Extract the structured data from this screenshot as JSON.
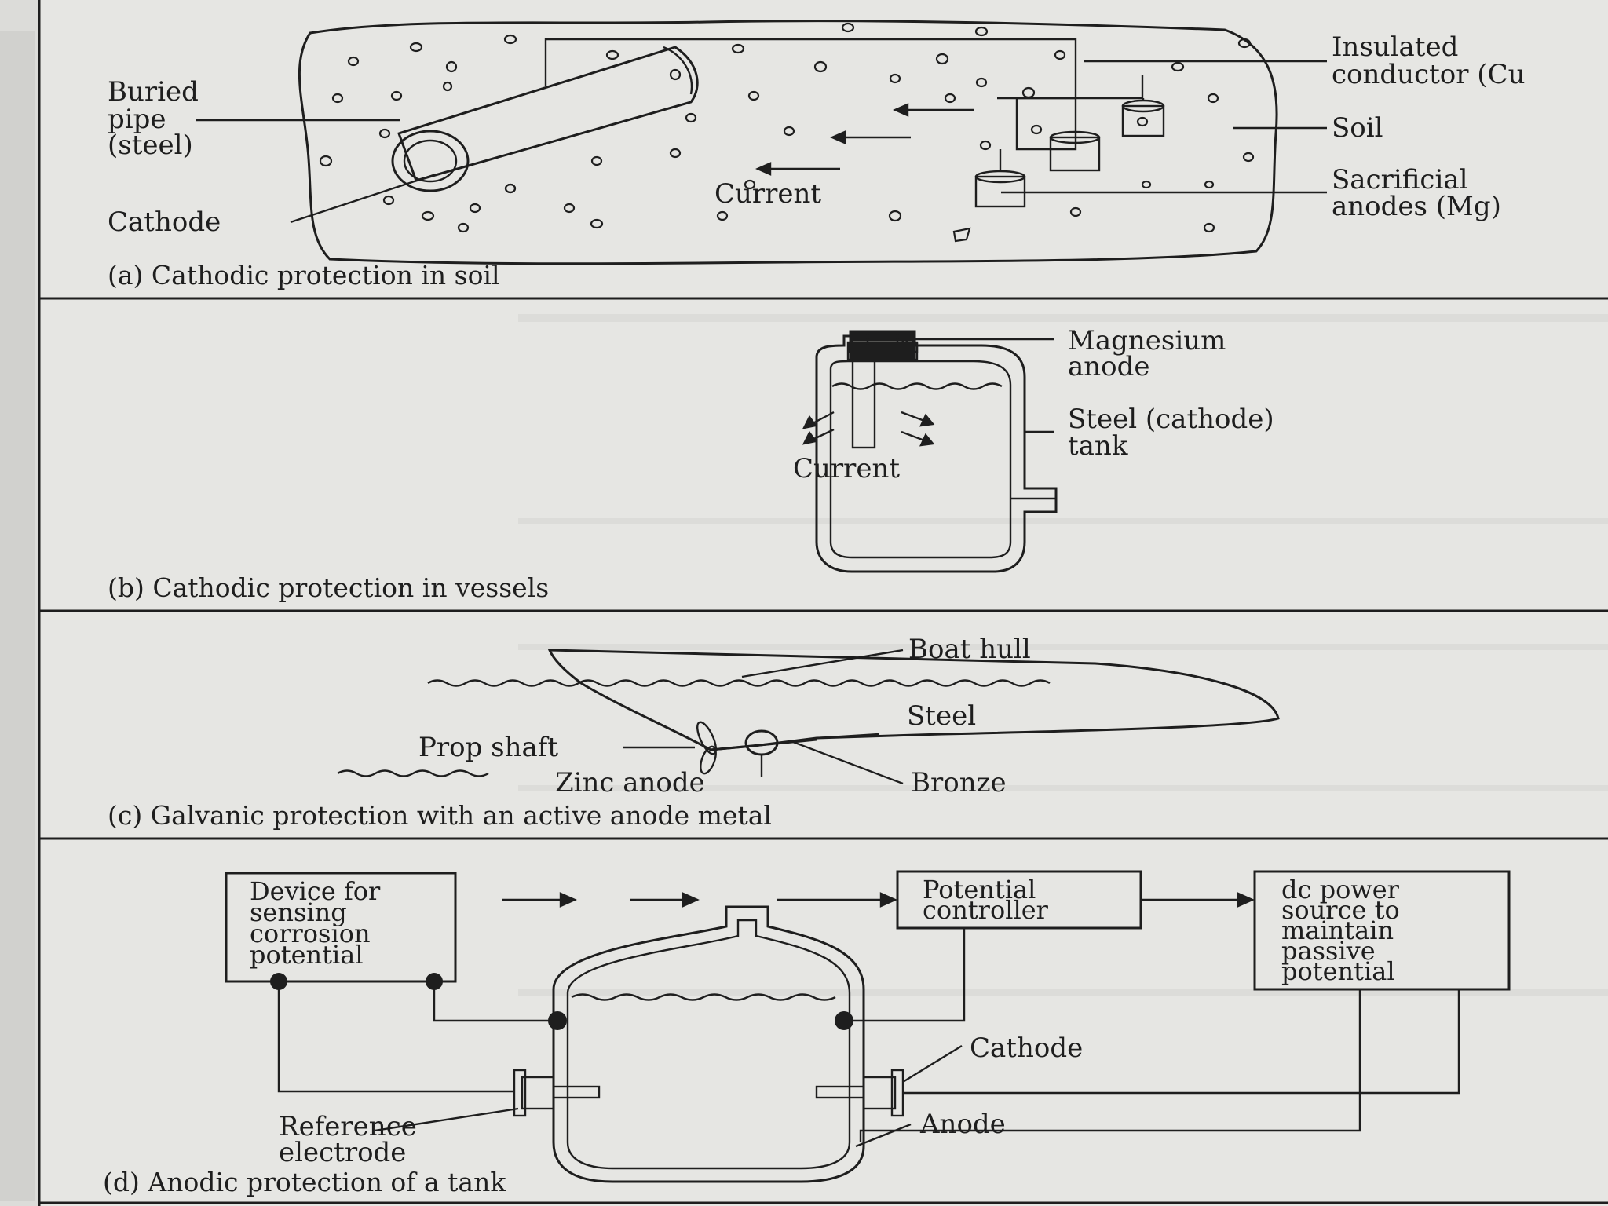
{
  "panel_a": {
    "caption": "(a) Cathodic protection in soil",
    "buried_pipe": [
      "Buried",
      "pipe",
      "(steel)"
    ],
    "cathode": "Cathode",
    "current": "Current",
    "insulated_conductor": [
      "Insulated",
      "conductor (Cu"
    ],
    "soil": "Soil",
    "sacrificial_anodes": [
      "Sacrificial",
      "anodes (Mg)"
    ]
  },
  "panel_b": {
    "caption": "(b) Cathodic protection in vessels",
    "magnesium_anode": [
      "Magnesium",
      "anode"
    ],
    "steel_tank": [
      "Steel (cathode)",
      "tank"
    ],
    "current": "Current"
  },
  "panel_c": {
    "caption": "(c) Galvanic protection with an active anode metal",
    "boat_hull": "Boat hull",
    "steel": "Steel",
    "prop_shaft": "Prop shaft",
    "zinc_anode": "Zinc anode",
    "bronze": "Bronze"
  },
  "panel_d": {
    "caption": "(d) Anodic protection of a tank",
    "sensing_device": [
      "Device for",
      "sensing",
      "corrosion",
      "potential"
    ],
    "potential_controller": [
      "Potential",
      "controller"
    ],
    "dc_power": [
      "dc power",
      "source to",
      "maintain",
      "passive",
      "potential"
    ],
    "cathode": "Cathode",
    "anode": "Anode",
    "reference_electrode": [
      "Reference",
      "electrode"
    ]
  }
}
